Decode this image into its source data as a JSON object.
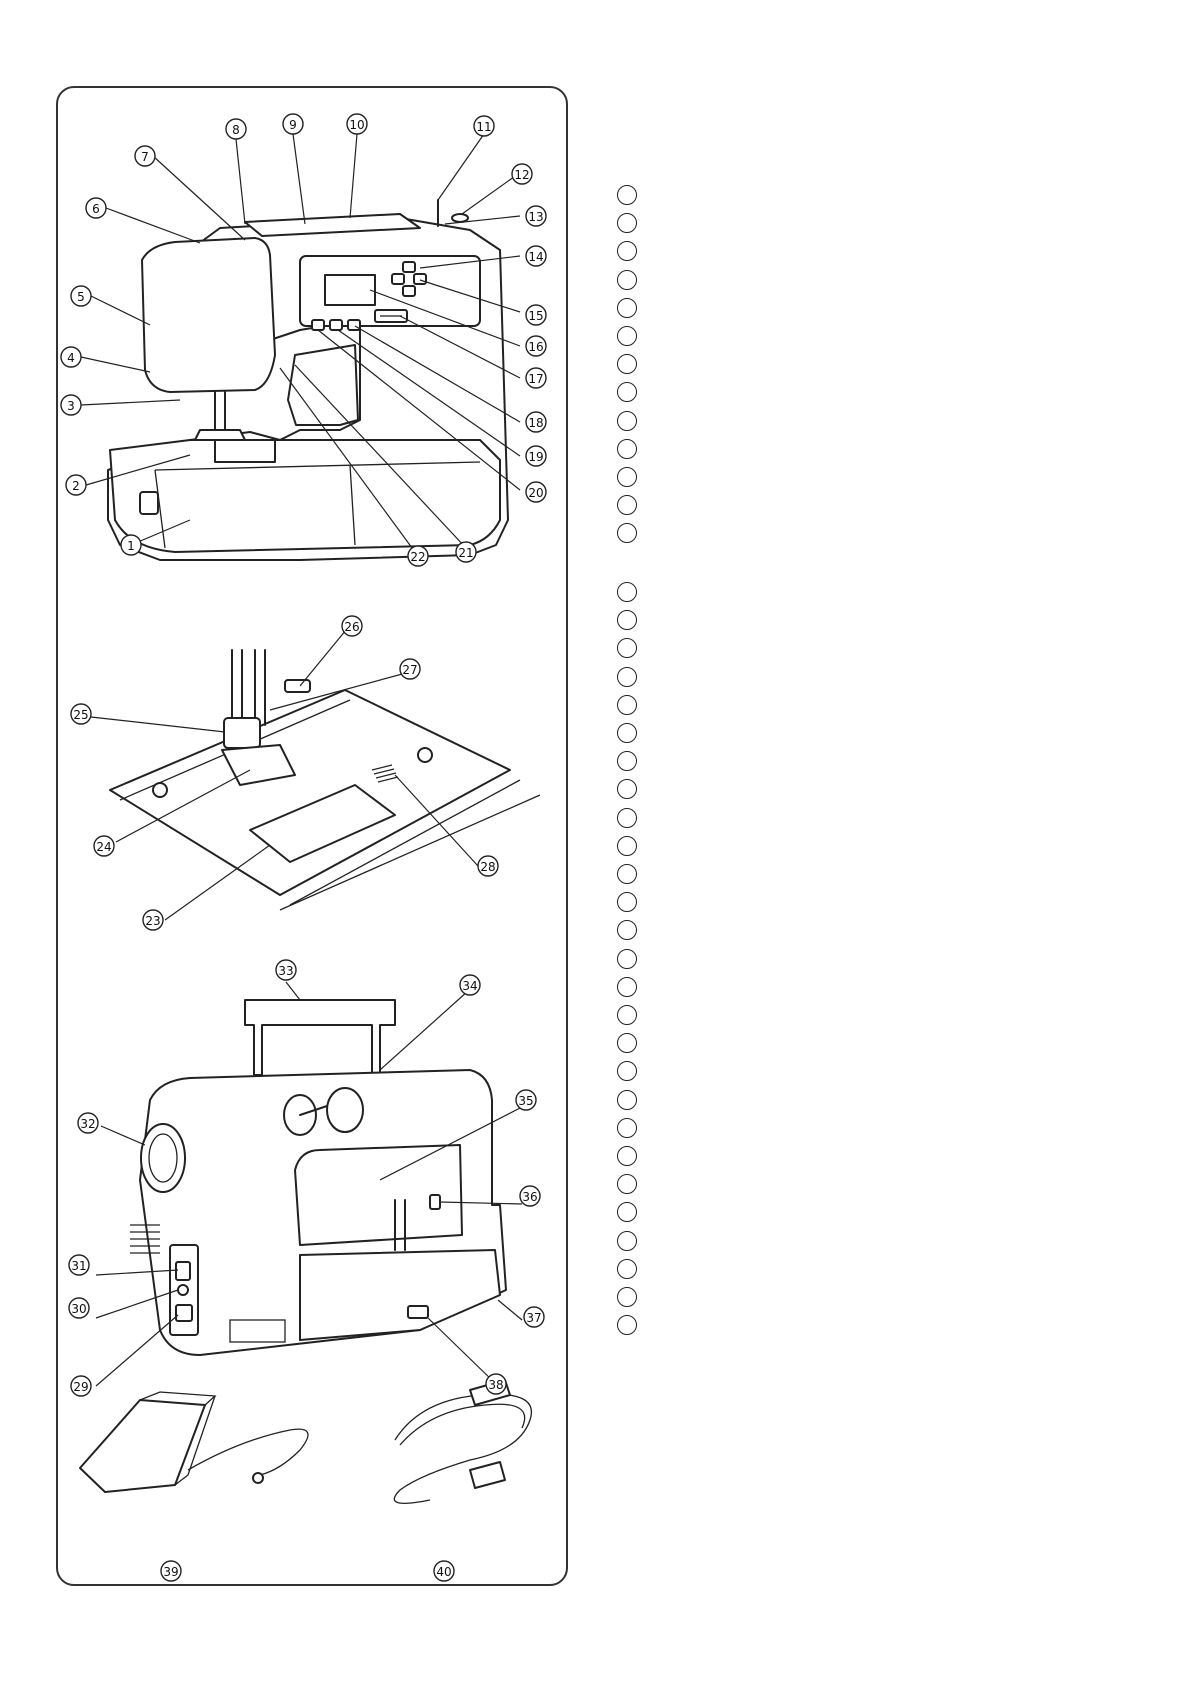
{
  "diagrams": {
    "front_view": {
      "labels": [
        "1",
        "2",
        "3",
        "4",
        "5",
        "6",
        "7",
        "8",
        "9",
        "10",
        "11",
        "12",
        "13",
        "14",
        "15",
        "16",
        "17",
        "18",
        "19",
        "20",
        "21",
        "22"
      ]
    },
    "needle_area": {
      "labels": [
        "23",
        "24",
        "25",
        "26",
        "27",
        "28"
      ]
    },
    "rear_view": {
      "labels": [
        "29",
        "30",
        "31",
        "32",
        "33",
        "34",
        "35",
        "36",
        "37",
        "38"
      ]
    },
    "accessories": {
      "labels": [
        "39",
        "40"
      ]
    }
  },
  "legend": {
    "group_a_count": 13,
    "group_b_count": 27
  }
}
